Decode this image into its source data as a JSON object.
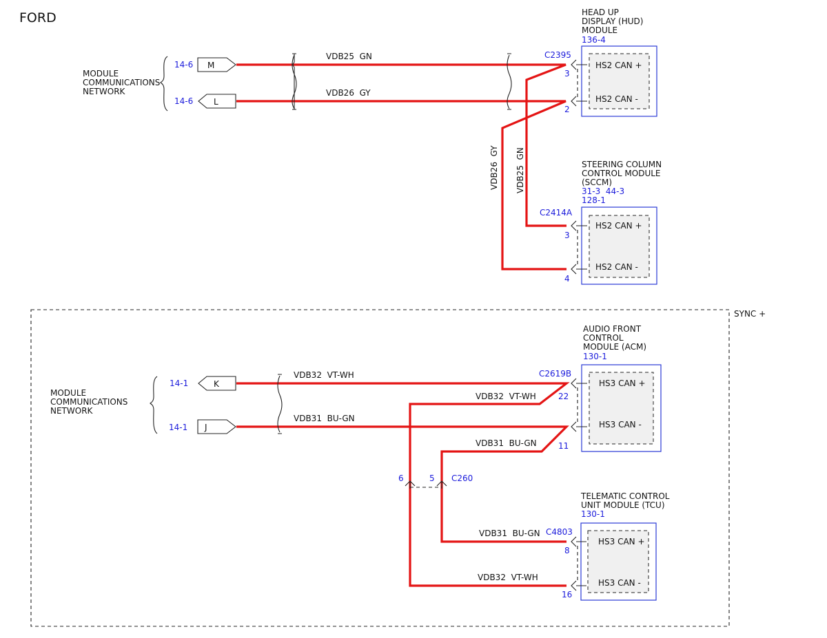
{
  "brand": "FORD",
  "network_label_lines": [
    "MODULE",
    "COMMUNICATIONS",
    "NETWORK"
  ],
  "sync_label": "SYNC +",
  "top_connectors": [
    {
      "letter": "M",
      "ref": "14-6"
    },
    {
      "letter": "L",
      "ref": "14-6"
    }
  ],
  "bottom_connectors": [
    {
      "letter": "K",
      "ref": "14-1"
    },
    {
      "letter": "J",
      "ref": "14-1"
    }
  ],
  "wires": {
    "vdb25": "VDB25  GN",
    "vdb26": "VDB26  GY",
    "vdb32": "VDB32  VT-WH",
    "vdb31": "VDB31  BU-GN"
  },
  "modules": {
    "hud": {
      "name_lines": [
        "HEAD UP",
        "DISPLAY (HUD)",
        "MODULE"
      ],
      "refs": [
        "136-4"
      ],
      "connector": "C2395",
      "pins": [
        {
          "num": "3",
          "signal": "HS2 CAN +"
        },
        {
          "num": "2",
          "signal": "HS2 CAN -"
        }
      ]
    },
    "sccm": {
      "name_lines": [
        "STEERING COLUMN",
        "CONTROL MODULE",
        "(SCCM)"
      ],
      "refs": [
        "31-3  44-3",
        "128-1"
      ],
      "connector": "C2414A",
      "pins": [
        {
          "num": "3",
          "signal": "HS2 CAN +"
        },
        {
          "num": "4",
          "signal": "HS2 CAN -"
        }
      ]
    },
    "acm": {
      "name_lines": [
        "AUDIO FRONT",
        "CONTROL",
        "MODULE (ACM)"
      ],
      "refs": [
        "130-1"
      ],
      "connector": "C2619B",
      "pins": [
        {
          "num": "22",
          "signal": "HS3 CAN +"
        },
        {
          "num": "11",
          "signal": "HS3 CAN -"
        }
      ]
    },
    "tcu": {
      "name_lines": [
        "TELEMATIC CONTROL",
        "UNIT MODULE (TCU)"
      ],
      "refs": [
        "130-1"
      ],
      "connector": "C4803",
      "pins": [
        {
          "num": "8",
          "signal": "HS3 CAN +"
        },
        {
          "num": "16",
          "signal": "HS3 CAN -"
        }
      ]
    }
  },
  "inline_connector": {
    "name": "C260",
    "pin_left": "6",
    "pin_right": "5"
  }
}
